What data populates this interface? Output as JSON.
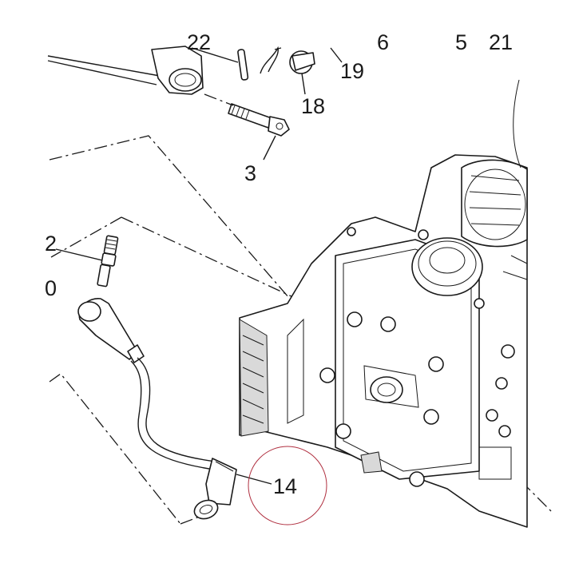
{
  "callouts": {
    "c22": "22",
    "c6": "6",
    "c5": "5",
    "c21": "21",
    "c19": "19",
    "c18": "18",
    "c3": "3",
    "c2": "2",
    "c0": "0",
    "c14": "14"
  },
  "colors": {
    "line": "#1a1a1a",
    "highlight_circle": "#b03040",
    "background": "#ffffff"
  }
}
